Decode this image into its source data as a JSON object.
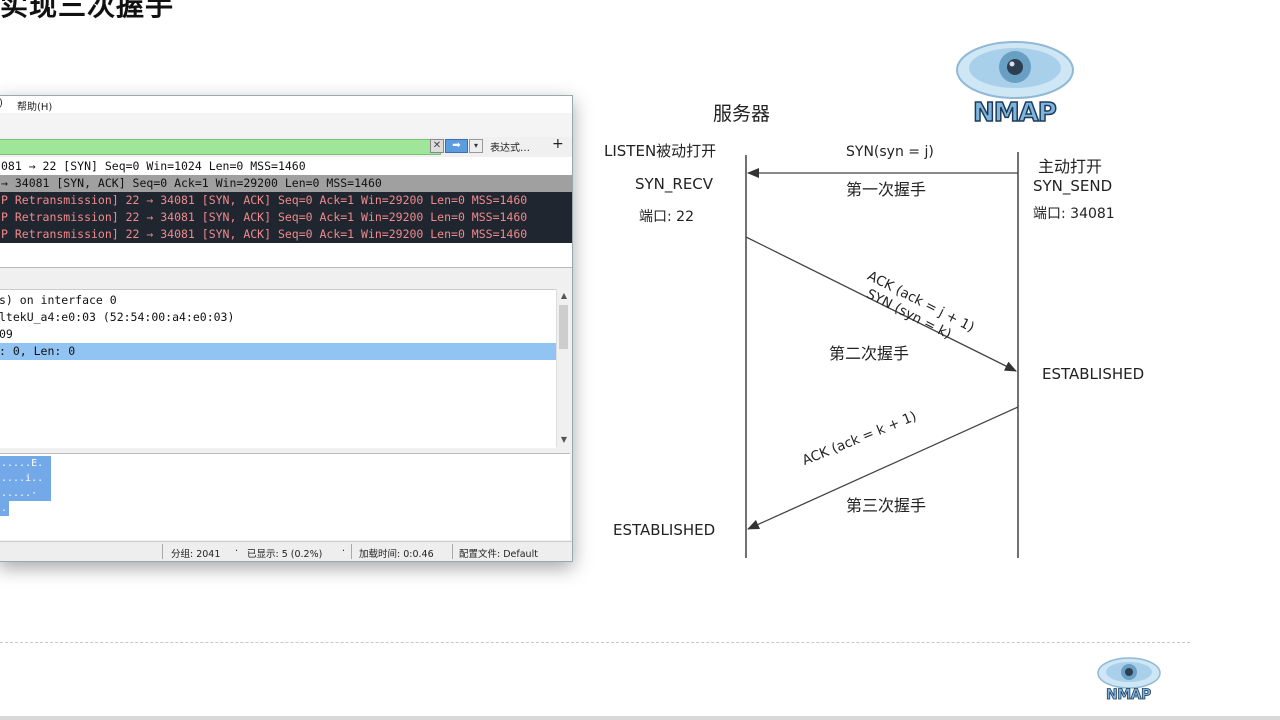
{
  "slide": {
    "title_partial": "实现三次握手"
  },
  "wireshark": {
    "menu": {
      "partial": ")",
      "help": "帮助(H)"
    },
    "filter": {
      "clear_icon": "clear-icon",
      "apply_icon": "arrow-right-icon",
      "dropdown_icon": "chevron-down-icon",
      "expression_label": "表达式…",
      "add_label": "+"
    },
    "packets": [
      "081 → 22 [SYN] Seq=0 Win=1024 Len=0 MSS=1460",
      "→ 34081 [SYN, ACK] Seq=0 Ack=1 Win=29200 Len=0 MSS=1460",
      "P Retransmission] 22 → 34081 [SYN, ACK] Seq=0 Ack=1 Win=29200 Len=0 MSS=1460",
      "P Retransmission] 22 → 34081 [SYN, ACK] Seq=0 Ack=1 Win=29200 Len=0 MSS=1460",
      "P Retransmission] 22 → 34081 [SYN, ACK] Seq=0 Ack=1 Win=29200 Len=0 MSS=1460"
    ],
    "details": [
      "s) on interface 0",
      "ltekU_a4:e0:03 (52:54:00:a4:e0:03)",
      "09",
      ": 0, Len: 0"
    ],
    "bytes": [
      ".....E.",
      "....i..",
      ".....·",
      "."
    ],
    "status": {
      "groups": "分组: 2041",
      "shown": "已显示: 5 (0.2%)",
      "load_time": "加载时间: 0:0.46",
      "profile": "配置文件: Default"
    },
    "colors": {
      "filter_green": "#9fe59a",
      "dark_row": "#1f2630",
      "dark_row_text": "#f08a8a",
      "select_blue": "#91c4f2"
    }
  },
  "diagram": {
    "server_title": "服务器",
    "server_listen": "LISTEN被动打开",
    "server_syn_recv": "SYN_RECV",
    "server_port": "端口: 22",
    "client_active": "主动打开",
    "client_syn_send": "SYN_SEND",
    "client_port": "端口: 34081",
    "msg1_label": "SYN(syn = j)",
    "msg1_caption": "第一次握手",
    "msg2_label_a": "ACK (ack = j + 1)",
    "msg2_label_b": "SYN (syn = k)",
    "msg2_caption": "第二次握手",
    "client_established": "ESTABLISHED",
    "msg3_label": "ACK (ack = k + 1)",
    "msg3_caption": "第三次握手",
    "server_established": "ESTABLISHED"
  },
  "logos": {
    "top": "NMAP",
    "bottom": "NMAP"
  }
}
